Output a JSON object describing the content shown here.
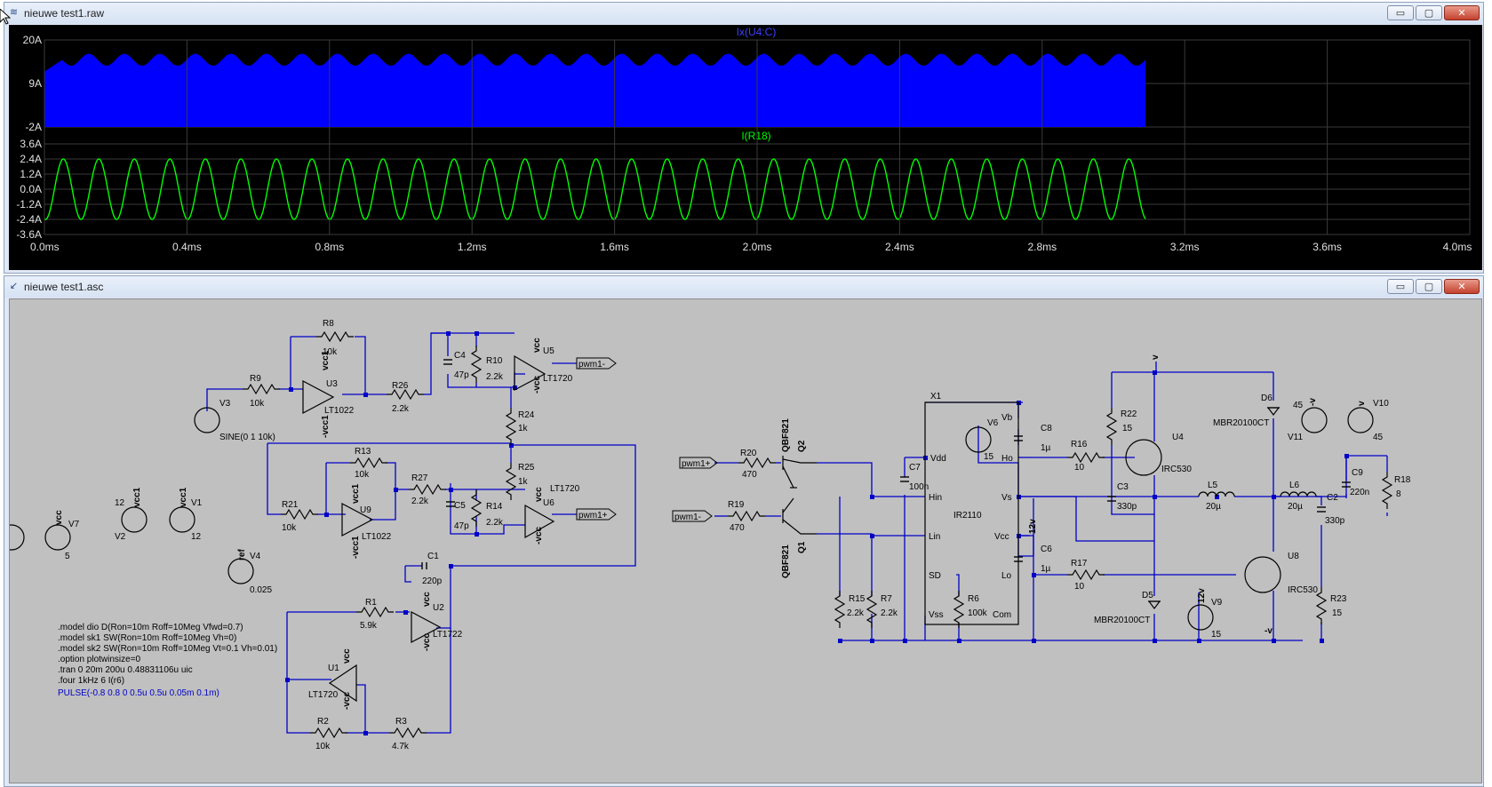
{
  "waveform_window": {
    "title": "nieuwe test1.raw",
    "buttons": [
      "▭",
      "▢",
      "✕"
    ],
    "top_plot": {
      "trace_label": "Ix(U4:C)",
      "trace_color": "#0000ff",
      "y_ticks": [
        "20A",
        "9A",
        "-2A"
      ]
    },
    "bottom_plot": {
      "trace_label": "I(R18)",
      "trace_color": "#00ff00",
      "y_ticks": [
        "3.6A",
        "2.4A",
        "1.2A",
        "0.0A",
        "-1.2A",
        "-2.4A",
        "-3.6A"
      ]
    },
    "x_ticks": [
      "0.0ms",
      "0.4ms",
      "0.8ms",
      "1.2ms",
      "1.6ms",
      "2.0ms",
      "2.4ms",
      "2.8ms",
      "3.2ms",
      "3.6ms",
      "4.0ms"
    ]
  },
  "chart_data": [
    {
      "type": "area",
      "title": "Ix(U4:C)",
      "xlabel": "",
      "ylabel": "",
      "x_range_ms": [
        0,
        4.0
      ],
      "ylim": [
        -2,
        20
      ],
      "data_end_ms": 3.09,
      "series": [
        {
          "name": "Ix(U4:C)",
          "description_values": {
            "min": -2,
            "max_ripple_low": 13.5,
            "max_ripple_high": 16.5,
            "cycles": 31
          }
        }
      ]
    },
    {
      "type": "line",
      "title": "I(R18)",
      "xlabel": "",
      "ylabel": "",
      "x_range_ms": [
        0,
        4.0
      ],
      "ylim": [
        -3.6,
        3.6
      ],
      "data_end_ms": 3.09,
      "series": [
        {
          "name": "I(R18)",
          "amplitude": 2.4,
          "frequency_khz": 10,
          "cycles": 31
        }
      ]
    }
  ],
  "schematic_window": {
    "title": "nieuwe test1.asc",
    "buttons": [
      "▭",
      "▢",
      "✕"
    ],
    "components": {
      "R8": "R8",
      "R8v": "10k",
      "R9": "R9",
      "R9v": "10k",
      "U3": "U3",
      "U3m": "LT1022",
      "V3": "V3",
      "V3v": "SINE(0 1 10k)",
      "R26": "R26",
      "R26v": "2.2k",
      "C4": "C4",
      "C4v": "47p",
      "R10": "R10",
      "R10v": "2.2k",
      "U5": "U5",
      "U5m": "LT1720",
      "R24": "R24",
      "R24v": "1k",
      "R25": "R25",
      "R25v": "1k",
      "R13": "R13",
      "R13v": "10k",
      "R27": "R27",
      "R27v": "2.2k",
      "R21": "R21",
      "R21v": "10k",
      "U9": "U9",
      "U9m": "LT1022",
      "C5": "C5",
      "C5v": "47p",
      "R14": "R14",
      "R14v": "2.2k",
      "U6": "U6",
      "U6m": "LT1720",
      "C1": "C1",
      "C1v": "220p",
      "R1": "R1",
      "R1v": "5.9k",
      "U2": "U2",
      "U2m": "LT1722",
      "U1": "U1",
      "U1m": "LT1720",
      "R2": "R2",
      "R2v": "10k",
      "R3": "R3",
      "R3v": "4.7k",
      "V7": "V7",
      "V7v": "5",
      "V2": "V2",
      "V2v": "12",
      "V1": "V1",
      "V1v": "12",
      "V4": "V4",
      "V4v": "0.025",
      "R20": "R20",
      "R20v": "470",
      "R19": "R19",
      "R19v": "470",
      "Q2": "Q2",
      "Q2m": "QBF821",
      "Q1": "Q1",
      "Q1m": "QBF821",
      "X1": "X1",
      "X1m": "IR2110",
      "V6": "V6",
      "V6v": "15",
      "C7": "C7",
      "C7v": "100n",
      "C8": "C8",
      "C8v": "1µ",
      "C6": "C6",
      "C6v": "1µ",
      "R6": "R6",
      "R6v": "100k",
      "R15": "R15",
      "R15v": "2.2k",
      "R7": "R7",
      "R7v": "2.2k",
      "R16": "R16",
      "R16v": "10",
      "R17": "R17",
      "R17v": "10",
      "R22": "R22",
      "R22v": "15",
      "C3": "C3",
      "C3v": "330p",
      "U4": "U4",
      "U4m": "IRC530",
      "U8": "U8",
      "U8m": "IRC530",
      "L5": "L5",
      "L5v": "20µ",
      "L6": "L6",
      "L6v": "20µ",
      "C2": "C2",
      "C2v": "330p",
      "C9": "C9",
      "C9v": "220n",
      "R18": "R18",
      "R18v": "8",
      "R23": "R23",
      "R23v": "15",
      "D6": "D6",
      "D6m": "MBR20100CT",
      "D5": "D5",
      "D5m": "MBR20100CT",
      "V9": "V9",
      "V9v": "15",
      "V11": "V11",
      "V11v": "45",
      "V10": "V10",
      "V10v": "45"
    },
    "pins": {
      "vdd": "Vdd",
      "hin": "Hin",
      "lin": "Lin",
      "sd": "SD",
      "vss": "Vss",
      "vb": "Vb",
      "ho": "Ho",
      "vs": "Vs",
      "vcc": "Vcc",
      "lo": "Lo",
      "com": "Com"
    },
    "net_labels": {
      "pwm1m": "pwm1-",
      "pwm1p": "pwm1+",
      "vcc1": "vcc1",
      "mvcc1": "-vcc1",
      "vcc": "vcc",
      "mvcc": "-vcc",
      "ref": "ref",
      "v": "v",
      "mv": "-v",
      "p12v": "12v"
    },
    "directives": [
      ".model dio D(Ron=10m Roff=10Meg Vfwd=0.7)",
      ".model sk1 SW(Ron=10m Roff=10Meg Vh=0)",
      ".model sk2 SW(Ron=10m Roff=10Meg Vt=0.1 Vh=0.01)",
      ".option plotwinsize=0",
      ".tran 0 20m 200u 0.48831106u uic",
      ".four 1kHz 6  I(r6)"
    ],
    "pulse_directive": "PULSE(-0.8 0.8 0 0.5u 0.5u 0.05m 0.1m)"
  }
}
